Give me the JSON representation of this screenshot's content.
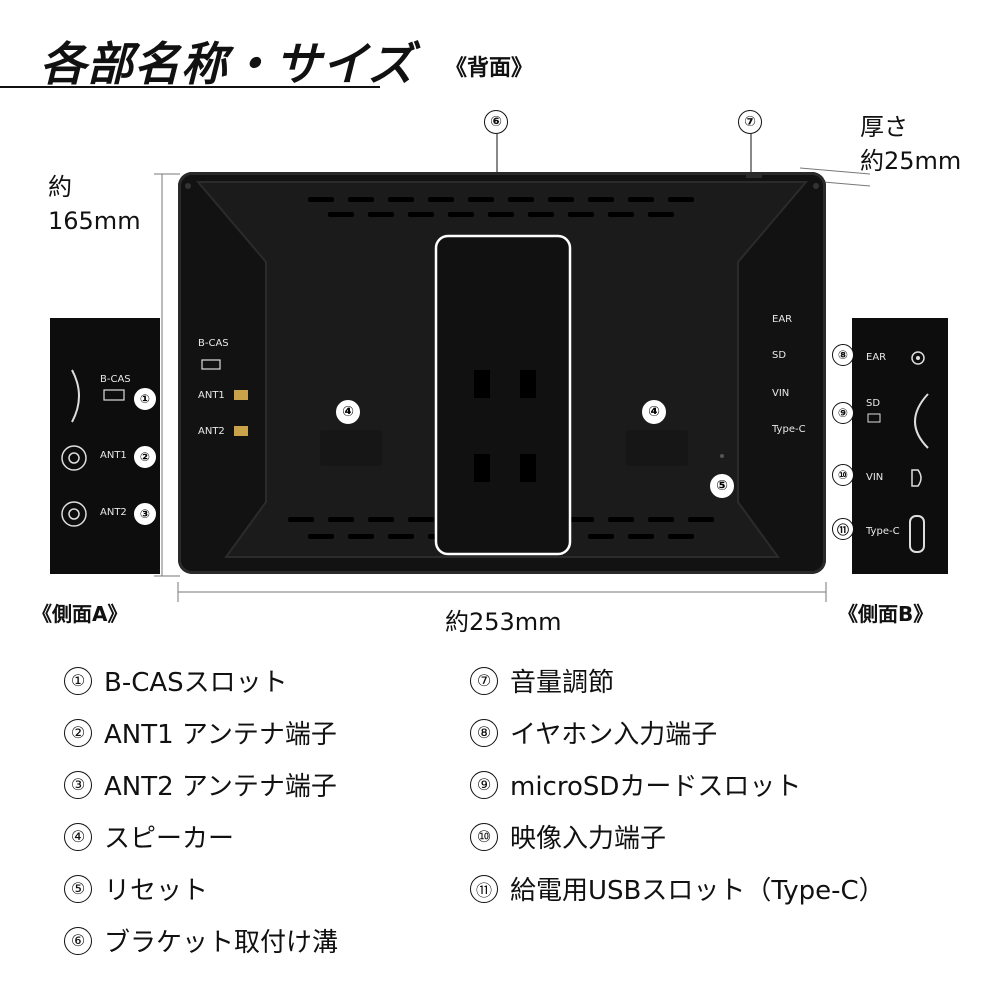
{
  "header": {
    "title": "各部名称・サイズ",
    "back_label": "《背面》"
  },
  "dimensions": {
    "height_label_1": "約",
    "height_label_2": "165mm",
    "width_label": "約253mm",
    "thickness_label_1": "厚さ",
    "thickness_label_2": "約25mm"
  },
  "device": {
    "bcas": "B-CAS",
    "ant1": "ANT1",
    "ant2": "ANT2",
    "ear": "EAR",
    "sd": "SD",
    "vin": "VIN",
    "typec": "Type-C",
    "callout_speaker": "④",
    "callout_reset": "⑤",
    "callout_bracket": "⑥",
    "callout_volume": "⑦"
  },
  "side_a": {
    "label": "《側面A》",
    "bcas": "B-CAS",
    "ant1": "ANT1",
    "ant2": "ANT2",
    "n1": "①",
    "n2": "②",
    "n3": "③"
  },
  "side_b": {
    "label": "《側面B》",
    "ear": "EAR",
    "sd": "SD",
    "vin": "VIN",
    "typec": "Type-C",
    "n8": "⑧",
    "n9": "⑨",
    "n10": "⑩",
    "n11": "⑪"
  },
  "legend": [
    {
      "num": "①",
      "text": "B-CASスロット"
    },
    {
      "num": "②",
      "text": "ANT1 アンテナ端子"
    },
    {
      "num": "③",
      "text": "ANT2 アンテナ端子"
    },
    {
      "num": "④",
      "text": "スピーカー"
    },
    {
      "num": "⑤",
      "text": "リセット"
    },
    {
      "num": "⑥",
      "text": "ブラケット取付け溝"
    },
    {
      "num": "⑦",
      "text": "音量調節"
    },
    {
      "num": "⑧",
      "text": "イヤホン入力端子"
    },
    {
      "num": "⑨",
      "text": "microSDカードスロット"
    },
    {
      "num": "⑩",
      "text": "映像入力端子"
    },
    {
      "num": "⑪",
      "text": "給電用USBスロット（Type-C）"
    }
  ]
}
